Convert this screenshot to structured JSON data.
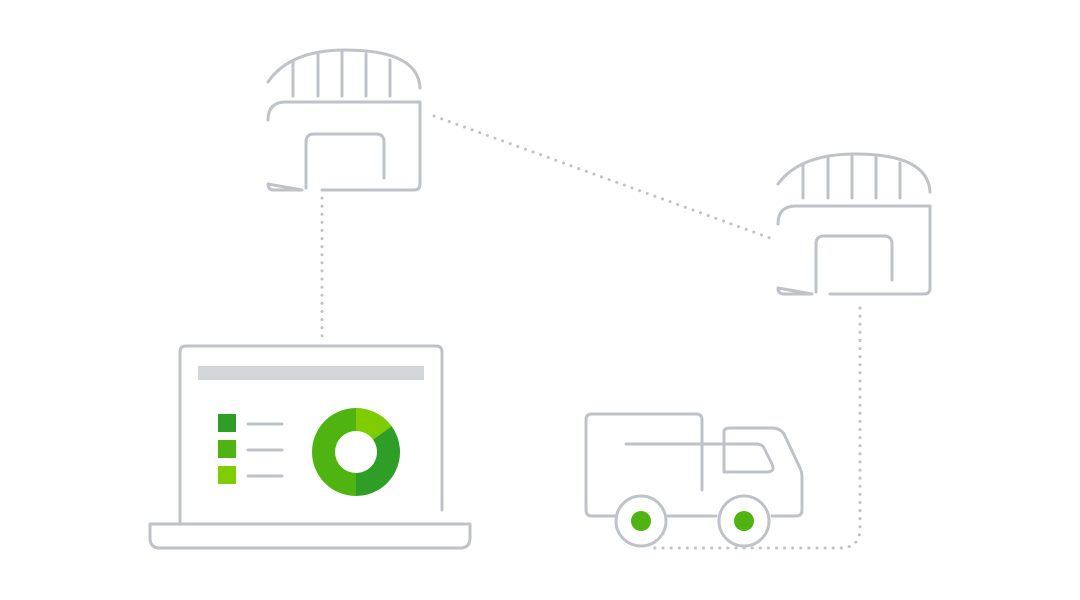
{
  "palette": {
    "outline": "#bfc2c7",
    "outline_light": "#d3d5d8",
    "green_dark": "#2e9e26",
    "green_mid": "#4fb312",
    "green_light": "#7fcc00",
    "background": "#ffffff"
  },
  "icons": [
    "warehouse-icon",
    "warehouse-icon",
    "laptop-icon",
    "donut-chart-icon",
    "delivery-truck-icon"
  ],
  "donut_segments": [
    {
      "name": "light",
      "color": "#7fcc00",
      "fraction": 0.15
    },
    {
      "name": "dark",
      "color": "#2e9e26",
      "fraction": 0.35
    },
    {
      "name": "mid",
      "color": "#4fb312",
      "fraction": 0.5
    }
  ],
  "legend_swatches": [
    "#2e9e26",
    "#4fb312",
    "#7fcc00"
  ]
}
